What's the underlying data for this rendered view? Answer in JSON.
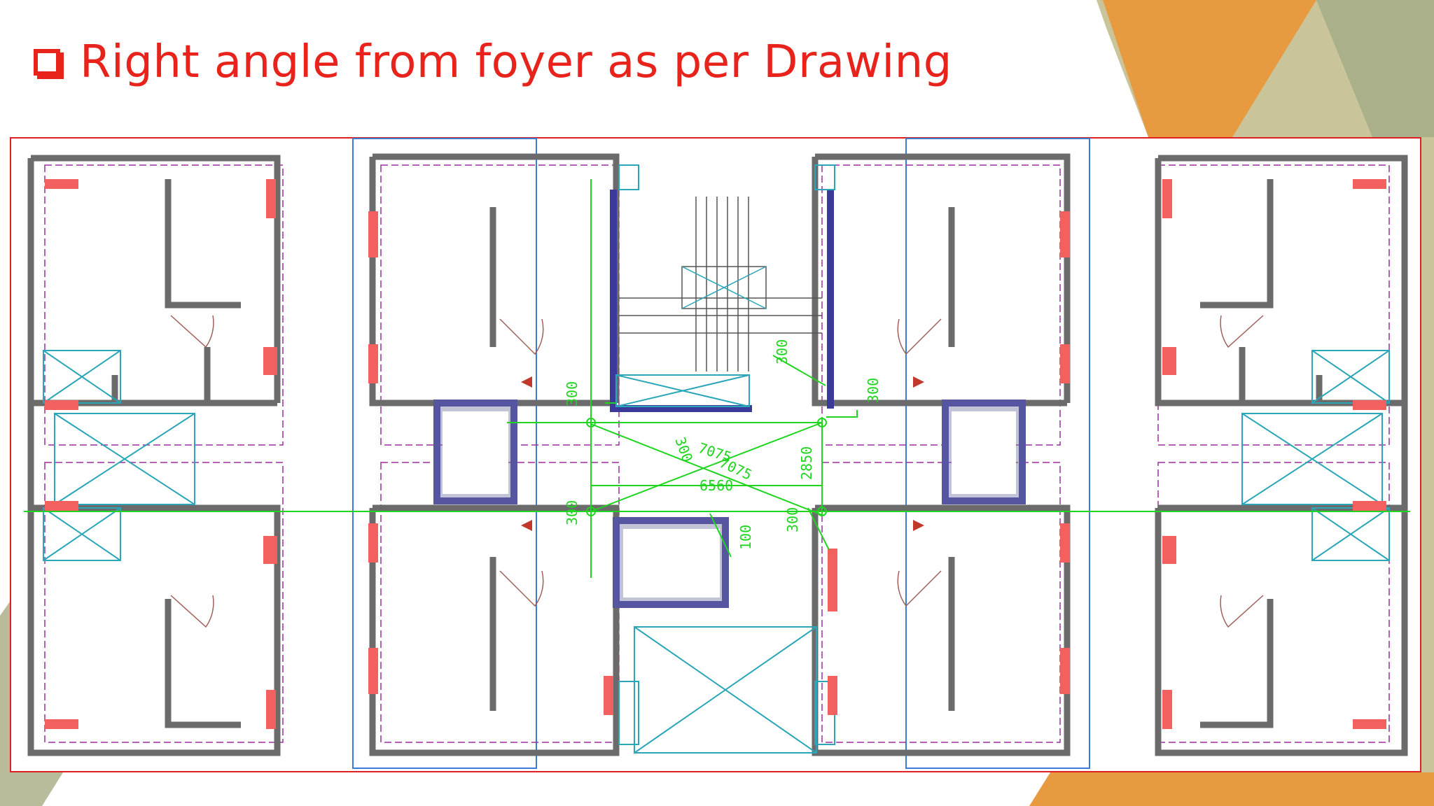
{
  "slide": {
    "title": "Right angle from foyer as per Drawing"
  },
  "colors": {
    "title": "#e8231b",
    "wall": "#6b6b6b",
    "core_wall": "#3a3a9a",
    "dimension": "#1fd51f",
    "column_highlight": "#f26060",
    "opening": "#2aa6b8",
    "guideline": "#9b2fa0",
    "accent_orange": "#e79a3f",
    "accent_olive": "#b7b48a"
  },
  "plan": {
    "dimensions": [
      {
        "label": "300"
      },
      {
        "label": "300"
      },
      {
        "label": "300"
      },
      {
        "label": "300"
      },
      {
        "label": "300"
      },
      {
        "label": "300"
      },
      {
        "label": "7075"
      },
      {
        "label": "7075"
      },
      {
        "label": "6560"
      },
      {
        "label": "2850"
      },
      {
        "label": "100"
      }
    ]
  }
}
